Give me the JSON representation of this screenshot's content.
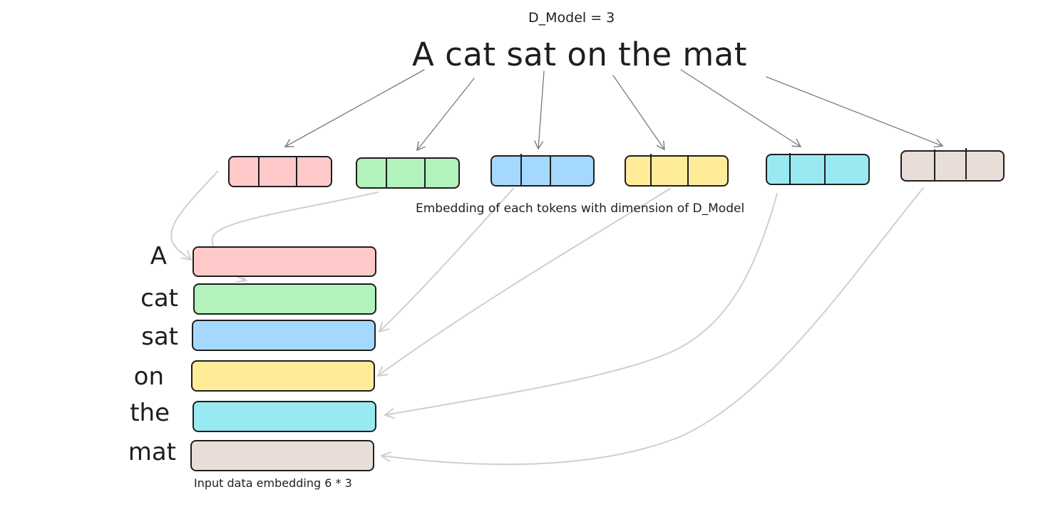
{
  "header": {
    "d_model_label": "D_Model = 3",
    "sentence": "A cat sat on the mat"
  },
  "captions": {
    "embedding_caption": "Embedding of each tokens with dimension of D_Model",
    "matrix_caption": "Input data embedding 6 * 3"
  },
  "tokens": [
    {
      "label": "A",
      "color": "#ffc9c9"
    },
    {
      "label": "cat",
      "color": "#b2f2bb"
    },
    {
      "label": "sat",
      "color": "#a5d8ff"
    },
    {
      "label": "on",
      "color": "#ffec99"
    },
    {
      "label": "the",
      "color": "#99e9f2"
    },
    {
      "label": "mat",
      "color": "#e9ddd8"
    }
  ],
  "colors": {
    "stroke": "#1e1e1e",
    "arrow_dark": "#7a7a7a",
    "arrow_light": "#cfcfcf"
  }
}
